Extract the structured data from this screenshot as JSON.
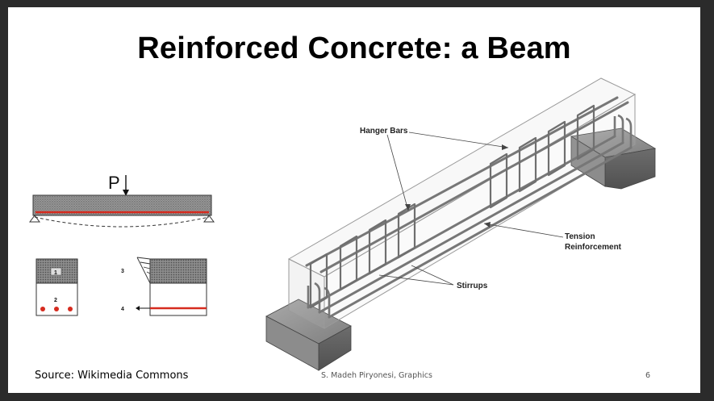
{
  "slide": {
    "title": "Reinforced Concrete: a Beam",
    "source": "Source: Wikimedia Commons",
    "footer_center": "S. Madeh Piryonesi, Graphics",
    "page_number": "6"
  },
  "left_diagram": {
    "load_label": "P",
    "callouts": [
      "1",
      "2",
      "3",
      "4"
    ]
  },
  "beam_diagram": {
    "labels": {
      "hanger_bars": "Hanger Bars",
      "tension_line1": "Tension",
      "tension_line2": "Reinforcement",
      "stirrups": "Stirrups"
    }
  },
  "colors": {
    "rebar_red": "#d62b1f",
    "concrete_grey": "#8a8a8a",
    "window_bg": "#2b2b2b"
  }
}
